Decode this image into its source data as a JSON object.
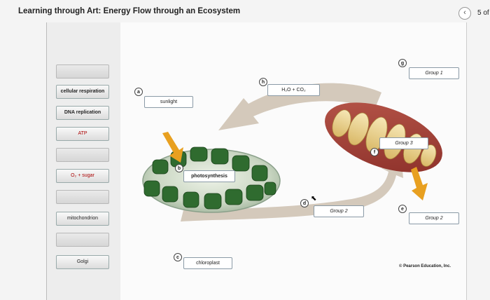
{
  "header": {
    "title": "Learning through Art: Energy Flow through an Ecosystem",
    "prev_icon": "‹",
    "page_count": "5 of"
  },
  "tiles": [
    "",
    "cellular respiration",
    "DNA replication",
    "ATP",
    "",
    "O₂ + sugar",
    "",
    "mitochondrion",
    "",
    "Golgi"
  ],
  "letters": {
    "a": "a",
    "b": "b",
    "c": "c",
    "d": "d",
    "e": "e",
    "f": "f",
    "g": "g",
    "h": "h"
  },
  "labels": {
    "sunlight": "sunlight",
    "h2o_co2": "H₂O + CO₂",
    "photosynthesis": "photosynthesis",
    "chloroplast": "chloroplast",
    "group1": "Group 1",
    "group3": "Group 3",
    "group2_center": "Group 2",
    "group2_right": "Group 2"
  },
  "credit": "© Pearson Education, Inc.",
  "icons": {
    "prev": "chevron-left-icon",
    "cursor": "mouse-cursor-icon"
  }
}
